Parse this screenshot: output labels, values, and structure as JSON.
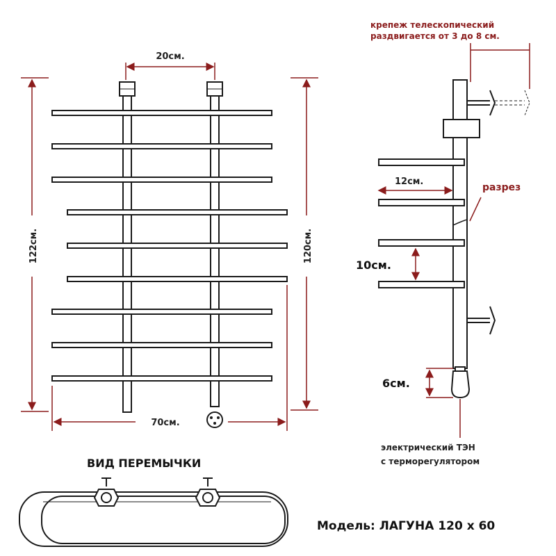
{
  "front_view": {
    "top_gap": "20см.",
    "left_height": "122см.",
    "right_height": "120см.",
    "bottom_width": "70см."
  },
  "side_view": {
    "mount_note_line1": "крепеж телескопический",
    "mount_note_line2": "раздвигается от 3 до 8 см.",
    "rail_depth": "12см.",
    "cut_label": "разрез",
    "rail_spacing": "10см.",
    "heater_offset": "6см.",
    "heater_line1": "электрический   ТЭН",
    "heater_line2": "с терморегулятором"
  },
  "jumper_view": {
    "title": "ВИД ПЕРЕМЫЧКИ"
  },
  "model": {
    "label": "Модель: ЛАГУНА 120 х 60"
  },
  "colors": {
    "line": "#1a1a1a",
    "dimension": "#8b1c1c",
    "annotation": "#8b1c1c"
  }
}
